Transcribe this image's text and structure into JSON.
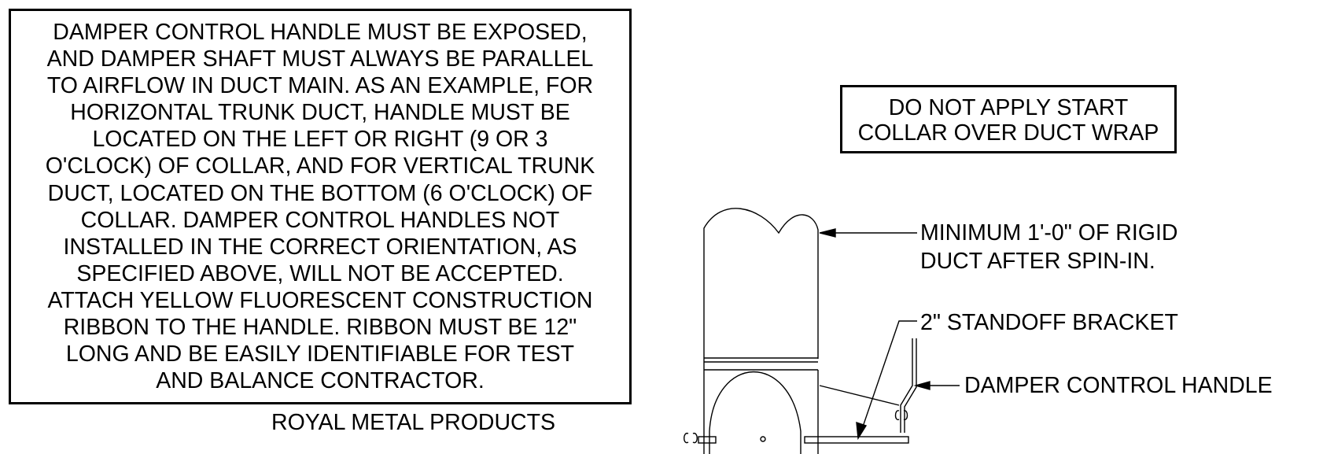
{
  "note": {
    "lines": [
      "DAMPER CONTROL HANDLE MUST BE EXPOSED,",
      "AND DAMPER SHAFT MUST ALWAYS BE PARALLEL",
      "TO AIRFLOW IN DUCT MAIN. AS AN EXAMPLE, FOR",
      "HORIZONTAL TRUNK DUCT, HANDLE MUST BE",
      "LOCATED ON THE LEFT OR RIGHT (9 OR 3",
      "O'CLOCK) OF COLLAR, AND FOR VERTICAL TRUNK",
      "DUCT, LOCATED ON THE BOTTOM (6 O'CLOCK) OF",
      "COLLAR. DAMPER CONTROL HANDLES NOT",
      "INSTALLED IN THE CORRECT ORIENTATION, AS",
      "SPECIFIED ABOVE, WILL NOT BE ACCEPTED.",
      "ATTACH YELLOW FLUORESCENT CONSTRUCTION",
      "RIBBON TO THE HANDLE. RIBBON MUST BE 12\"",
      "LONG AND BE EASILY IDENTIFIABLE FOR TEST",
      "AND BALANCE CONTRACTOR."
    ]
  },
  "warning": {
    "lines": [
      "DO NOT APPLY START",
      "COLLAR OVER DUCT WRAP"
    ]
  },
  "callouts": {
    "rigid_duct": [
      "MINIMUM 1'-0\" OF RIGID",
      "DUCT AFTER SPIN-IN."
    ],
    "bracket": "2\" STANDOFF BRACKET",
    "handle": "DAMPER CONTROL HANDLE"
  },
  "company": "ROYAL METAL PRODUCTS"
}
